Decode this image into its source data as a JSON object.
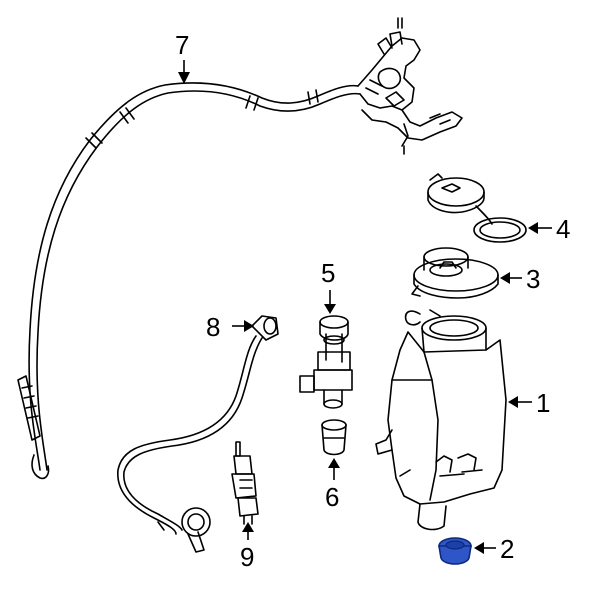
{
  "diagram": {
    "callouts": [
      {
        "id": "1",
        "label": "1",
        "part": "washer-reservoir"
      },
      {
        "id": "2",
        "label": "2",
        "part": "reservoir-plug",
        "highlighted": true
      },
      {
        "id": "3",
        "label": "3",
        "part": "filler-neck"
      },
      {
        "id": "4",
        "label": "4",
        "part": "filler-cap"
      },
      {
        "id": "5",
        "label": "5",
        "part": "washer-pump"
      },
      {
        "id": "6",
        "label": "6",
        "part": "pump-grommet"
      },
      {
        "id": "7",
        "label": "7",
        "part": "washer-hose"
      },
      {
        "id": "8",
        "label": "8",
        "part": "hose-connector"
      },
      {
        "id": "9",
        "label": "9",
        "part": "check-valve"
      }
    ],
    "colors": {
      "line": "#000000",
      "highlight_fill": "#2f56c8",
      "highlight_stroke": "#0d2a7a",
      "background": "#ffffff"
    }
  }
}
